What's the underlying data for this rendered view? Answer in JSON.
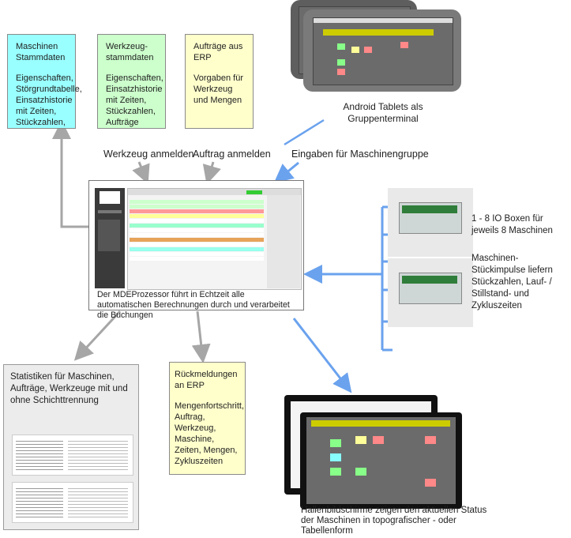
{
  "boxes": {
    "maschinen": {
      "title": "Maschinen Stammdaten",
      "body": "Eigenschaften, Störgrundtabelle, Einsatzhistorie mit Zeiten, Stückzahlen,"
    },
    "werkzeug": {
      "title": "Werkzeug-stammdaten",
      "body": "Eigenschaften, Einsatzhistorie mit Zeiten, Stückzahlen, Aufträge"
    },
    "auftraege": {
      "title": "Aufträge aus ERP",
      "body": "Vorgaben für Werkzeug und Mengen"
    },
    "rueckmeldungen": {
      "title": "Rückmeldungen an ERP",
      "body": "Mengenfortschritt, Auftrag, Werkzeug, Maschine, Zeiten, Mengen, Zykluszeiten"
    },
    "statistiken": {
      "title": "Statistiken für Maschinen, Aufträge, Werkzeuge mit und ohne Schichttrennung"
    }
  },
  "labels": {
    "werkzeug_anmelden": "Werkzeug anmelden",
    "auftrag_anmelden": "Auftrag anmelden",
    "eingaben": "Eingaben für Maschinengruppe",
    "tablets": "Android Tablets als Gruppenterminal",
    "io_count": "1 - 8 IO Boxen für jeweils 8 Maschinen",
    "impulse": "Maschinen-Stückimpulse liefern Stückzahlen, Lauf- / Stillstand- und Zykluszeiten",
    "hallen": "Hallenbildschirme zeigen den aktuellen Status der Maschinen in topografischer - oder Tabellenform"
  },
  "mde": {
    "caption": "Der MDEProzessor führt in Echtzeit alle automatischen Berechnungen durch und verarbeitet die Buchungen"
  },
  "colors": {
    "cyan": "#99ffff",
    "green": "#ccffcc",
    "yellow": "#ffffcc",
    "arrow_gray": "#a6a6a6",
    "arrow_blue": "#6aa2ee"
  }
}
